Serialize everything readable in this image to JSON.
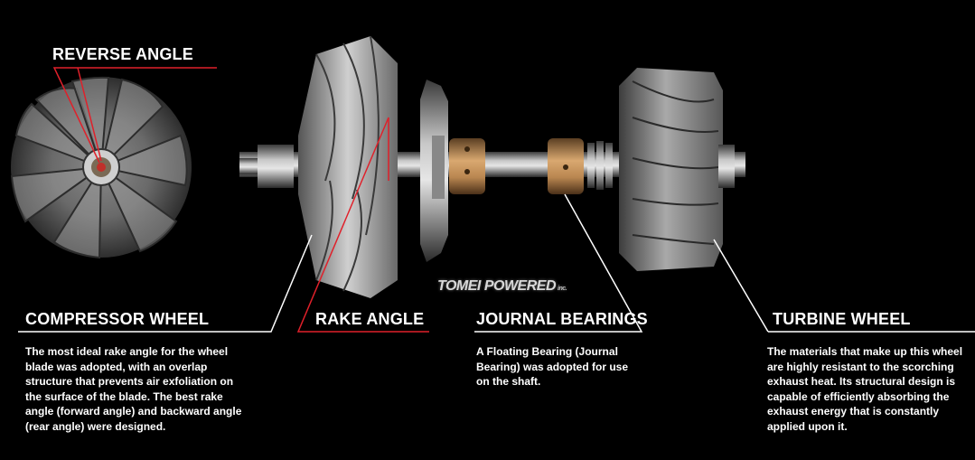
{
  "labels": {
    "reverse_angle": "REVERSE ANGLE",
    "compressor_wheel": "COMPRESSOR WHEEL",
    "rake_angle": "RAKE ANGLE",
    "journal_bearings": "JOURNAL BEARINGS",
    "turbine_wheel": "TURBINE WHEEL"
  },
  "descriptions": {
    "compressor_wheel": "The most ideal rake angle for the wheel\nblade was adopted, with an overlap\nstructure that prevents air exfoliation on\nthe surface of the blade.  The best rake\nangle (forward angle) and backward angle\n(rear angle) were designed.",
    "journal_bearings": "A Floating Bearing (Journal\nBearing) was adopted for use\non the shaft.",
    "turbine_wheel": "The materials that make up this wheel\nare highly resistant to the scorching\nexhaust heat.  Its structural design is\ncapable of efficiently absorbing the\nexhaust energy that is constantly\napplied upon it."
  },
  "brand": {
    "main": "TOMEI POWERED",
    "sub": "inc."
  },
  "colors": {
    "accent_red": "#e0202a",
    "line_white": "#ffffff",
    "background": "#000000",
    "metal_light": "#c9c9c9",
    "metal_dark": "#4a4a4a",
    "bronze": "#b8895a"
  }
}
